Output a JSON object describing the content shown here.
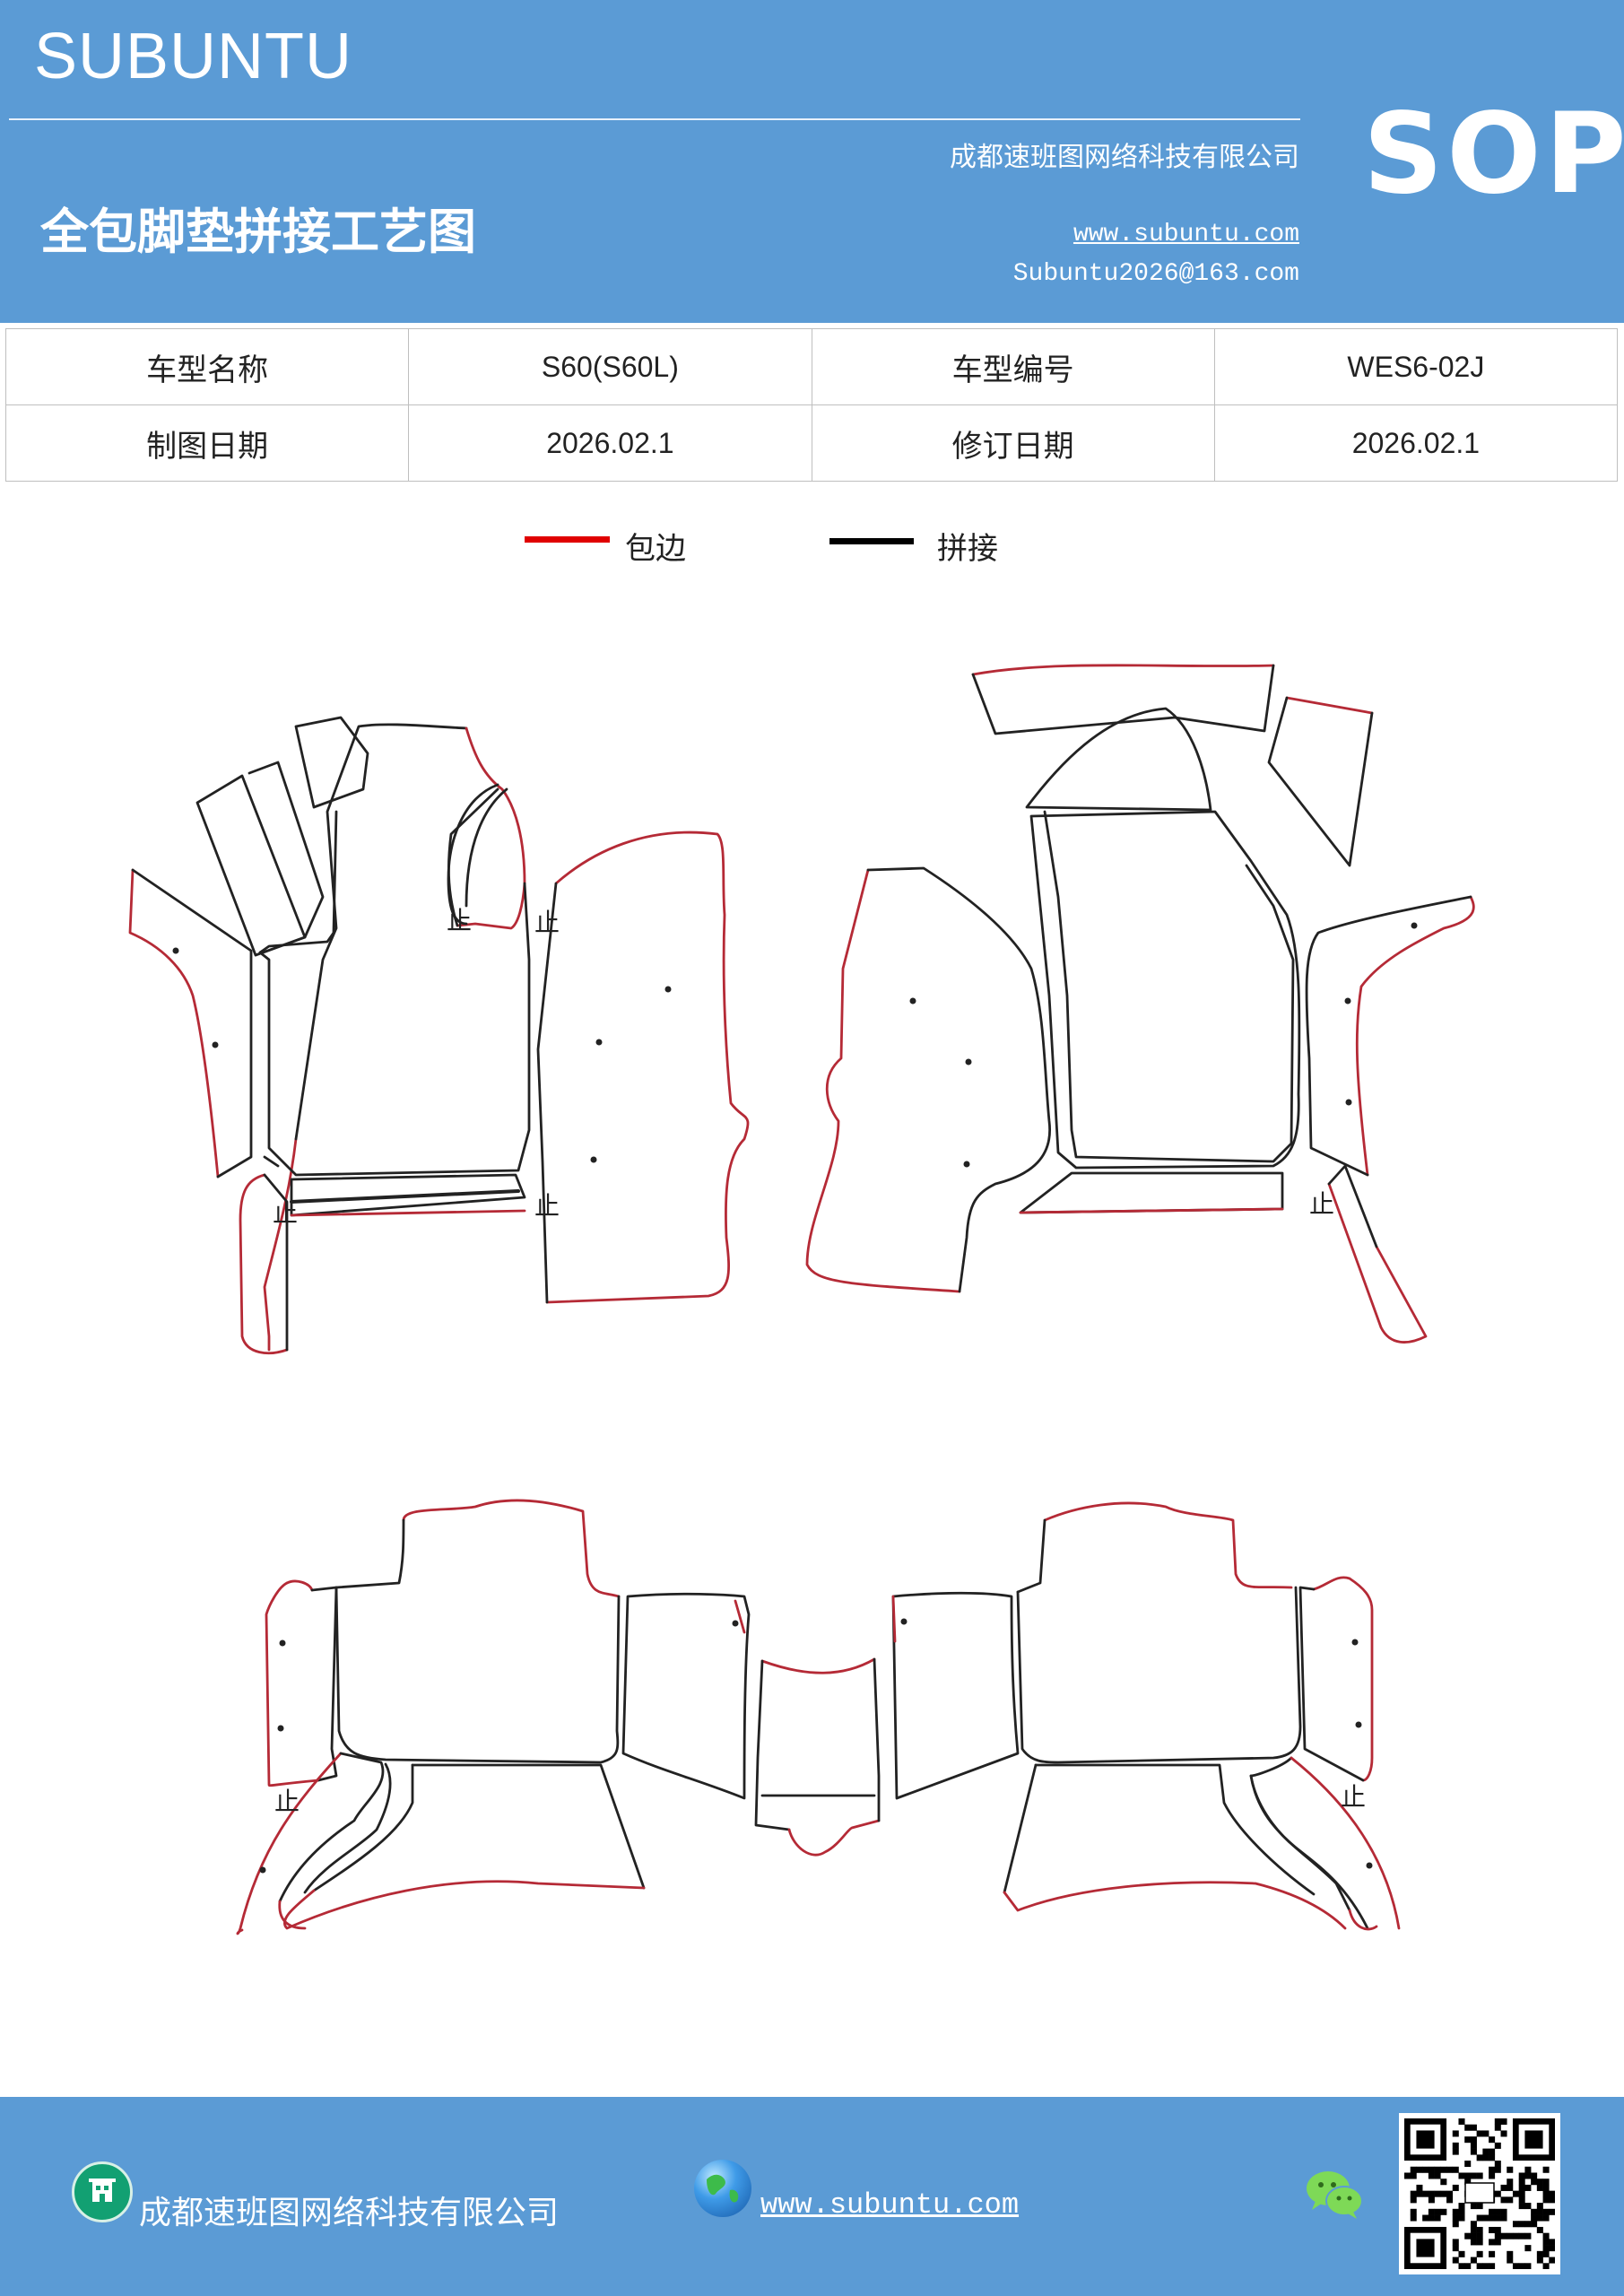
{
  "header": {
    "brand": "SUBUNTU",
    "company": "成都速班图网络科技有限公司",
    "title": "全包脚垫拼接工艺图",
    "website": "www.subuntu.com",
    "email": "Subuntu2026@163.com",
    "badge": "SOP",
    "background_color": "#5b9bd5"
  },
  "info_table": {
    "row1": {
      "label1": "车型名称",
      "value1": "S60(S60L)",
      "label2": "车型编号",
      "value2": "WES6-02J"
    },
    "row2": {
      "label1": "制图日期",
      "value1": "2026.02.1",
      "label2": "修订日期",
      "value2": "2026.02.1"
    }
  },
  "legend": {
    "edging": {
      "label": "包边",
      "color": "#e00000"
    },
    "seam": {
      "label": "拼接",
      "color": "#000000"
    }
  },
  "drawing": {
    "edge_color": "#b52a36",
    "seam_color": "#222222",
    "stop_mark": "止"
  },
  "footer": {
    "company": "成都速班图网络科技有限公司",
    "website": "www.subuntu.com ",
    "icons": [
      "building-icon",
      "globe-icon",
      "wechat-icon",
      "qr-code"
    ]
  }
}
